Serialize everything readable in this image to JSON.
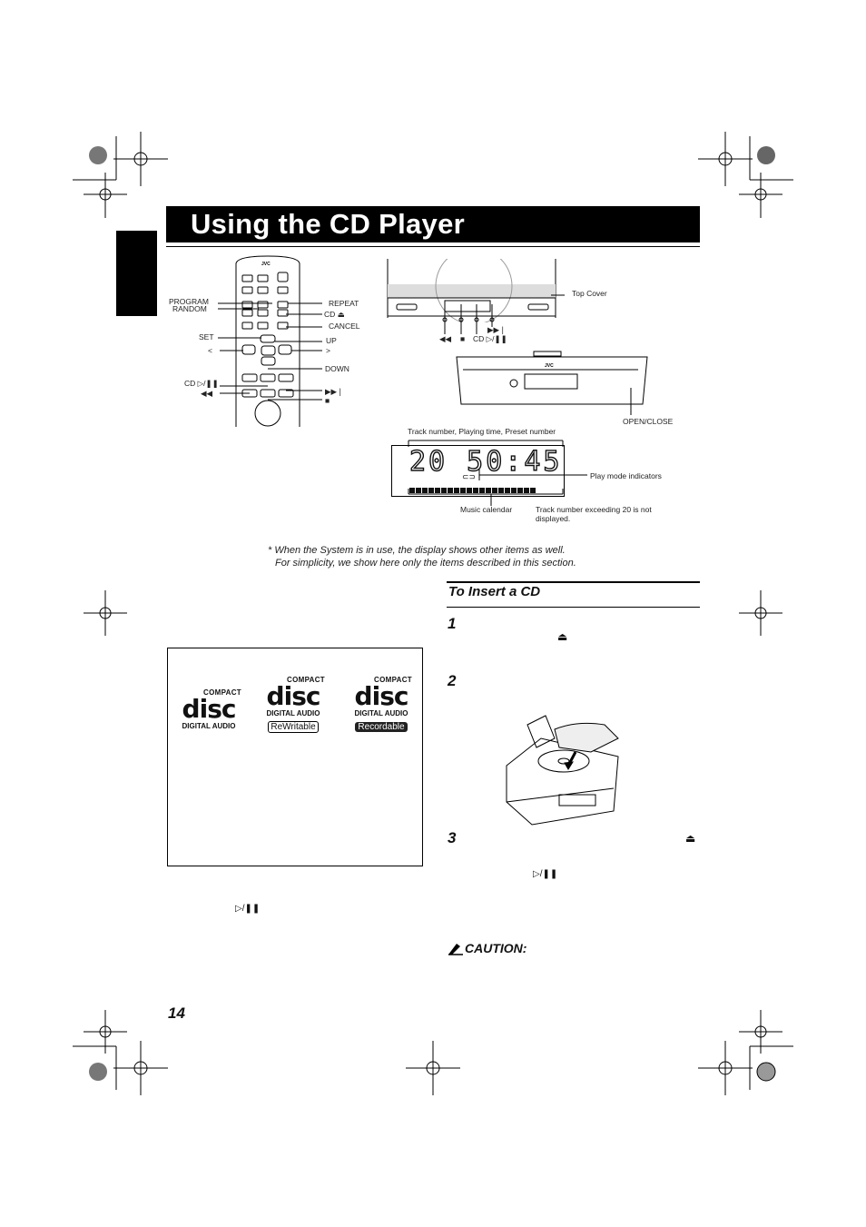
{
  "page": {
    "title": "Using the CD Player",
    "page_number": "14"
  },
  "remote_labels": {
    "program": "PROGRAM",
    "random": "RANDOM",
    "set": "SET",
    "left": "<",
    "cd_play": "CD ▷/❚❚",
    "skip_back": "◀◀",
    "repeat": "REPEAT",
    "cd_eject": "CD ⏏",
    "cancel": "CANCEL",
    "up": "UP",
    "right": ">",
    "down": "DOWN",
    "skip_fwd": "▶▶❘",
    "stop": "■"
  },
  "unit_labels": {
    "top_cover": "Top Cover",
    "skip_back": "◀◀",
    "stop": "■",
    "cd_play": "CD ▷/❚❚",
    "skip_fwd": "▶▶❘",
    "open_close": "OPEN/CLOSE",
    "brand": "JVC"
  },
  "display": {
    "header_label": "Track number, Playing time, Preset number",
    "digits": "20  50:45",
    "play_mode_label": "Play mode indicators",
    "music_calendar_label": "Music calendar",
    "track_note": "Track number exceeding 20 is not displayed.",
    "calendar_count": 20
  },
  "footnote": {
    "line1": "* When the System is in use, the display shows other items as well.",
    "line2": "For simplicity, we show here only the items described in this section."
  },
  "discs": [
    {
      "compact": "COMPACT",
      "word": "disc",
      "sub": "DIGITAL AUDIO",
      "badge": ""
    },
    {
      "compact": "COMPACT",
      "word": "disc",
      "sub": "DIGITAL AUDIO",
      "badge": "ReWritable"
    },
    {
      "compact": "COMPACT",
      "word": "disc",
      "sub": "DIGITAL AUDIO",
      "badge": "Recordable"
    }
  ],
  "left_column": {
    "play_symbol": "▷/❚❚"
  },
  "insert_section": {
    "heading": "To Insert a CD",
    "steps": [
      "1",
      "2",
      "3"
    ],
    "step1_symbol": "⏏",
    "step3_symbol": "⏏",
    "step3_play_symbol": "▷/❚❚",
    "caution": "CAUTION:"
  }
}
